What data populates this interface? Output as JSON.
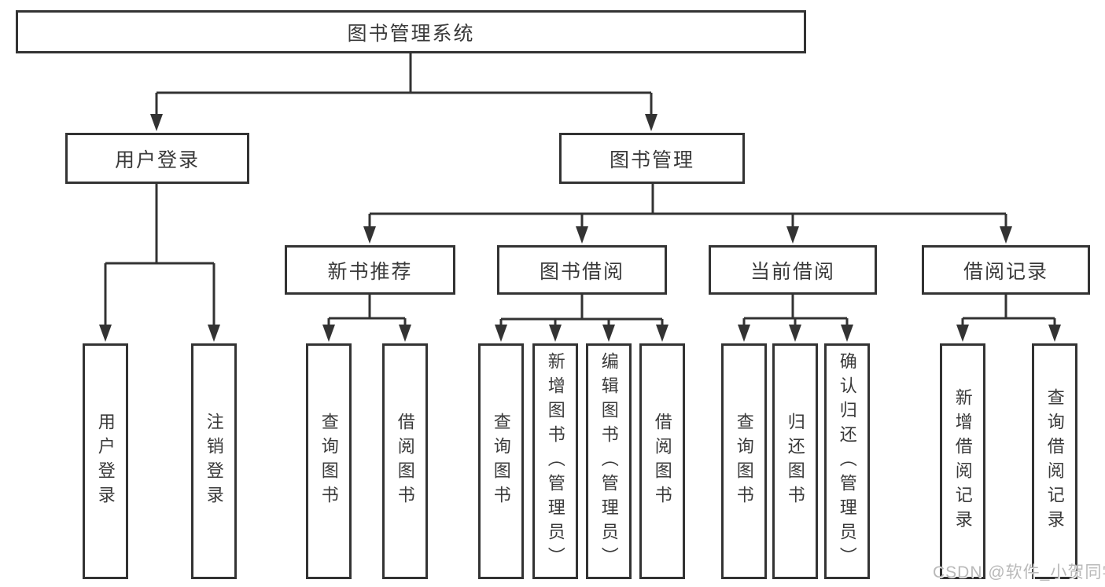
{
  "tree": {
    "label": "图书管理系统",
    "children": [
      {
        "label": "用户登录",
        "children": [
          {
            "label": "用户登录"
          },
          {
            "label": "注销登录"
          }
        ]
      },
      {
        "label": "图书管理",
        "children": [
          {
            "label": "新书推荐",
            "children": [
              {
                "label": "查询图书"
              },
              {
                "label": "借阅图书"
              }
            ]
          },
          {
            "label": "图书借阅",
            "children": [
              {
                "label": "查询图书"
              },
              {
                "label": "新增图书（管理员）"
              },
              {
                "label": "编辑图书（管理员）"
              },
              {
                "label": "借阅图书"
              }
            ]
          },
          {
            "label": "当前借阅",
            "children": [
              {
                "label": "查询图书"
              },
              {
                "label": "归还图书"
              },
              {
                "label": "确认归还（管理员）"
              }
            ]
          },
          {
            "label": "借阅记录",
            "children": [
              {
                "label": "新增借阅记录"
              },
              {
                "label": "查询借阅记录"
              }
            ]
          }
        ]
      }
    ]
  },
  "watermark": {
    "text": "CSDN @软件_小贺同学"
  },
  "colors": {
    "line": "#333333",
    "text": "#3a3a3a",
    "watermark": "#b9b9b9"
  }
}
